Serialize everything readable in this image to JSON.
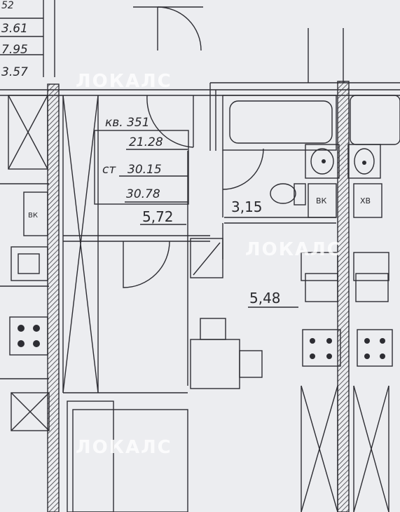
{
  "left_area_readouts": [
    "52",
    "3.61",
    "7.95",
    "3.57"
  ],
  "apartment": {
    "number_label": "кв. 351",
    "living_area": "21.28",
    "total_prefix": "ст",
    "total_area": "30.15",
    "total_area_2": "30.78"
  },
  "rooms": {
    "hall_area": "5,72",
    "bathroom_area": "3,15",
    "kitchen_area": "5,48"
  },
  "appliance_labels": {
    "left_vk": "ВК",
    "right_vk": "ВК",
    "right_xv": "ХВ"
  },
  "watermark": "ЛОКАЛС",
  "colors": {
    "line": "#2d2d33",
    "background": "#ecedf0",
    "wall_hatch": "#3a3a40"
  }
}
